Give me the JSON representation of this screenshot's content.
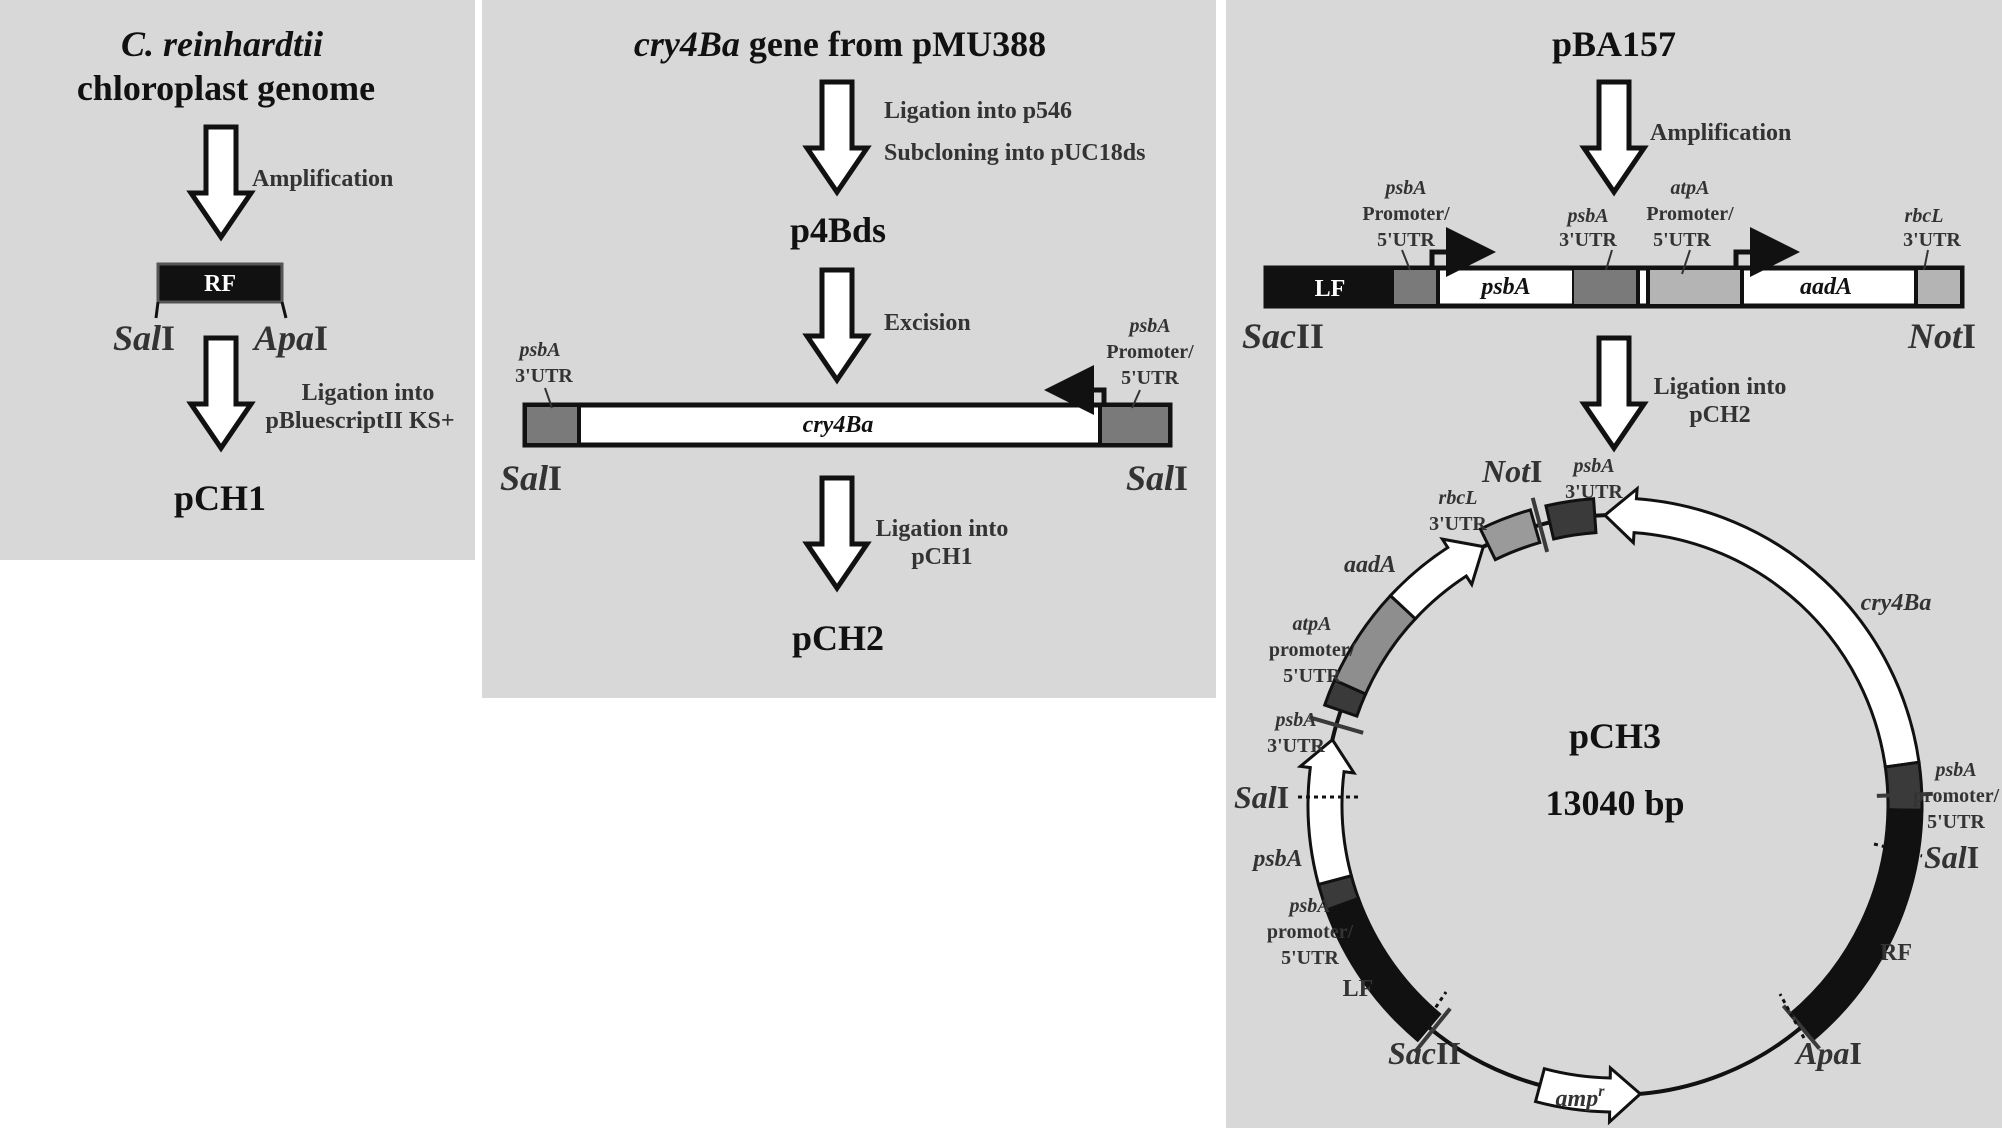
{
  "panel1": {
    "title_line1": "C. reinhardtii",
    "title_line2": "chloroplast genome",
    "step1": "Amplification",
    "fragment": "RF",
    "site_left_it": "Sal",
    "site_left_roman": "I",
    "site_right_it": "Apa",
    "site_right_roman": "I",
    "step2_line1": "Ligation into",
    "step2_line2": "pBluescriptII KS+",
    "product": "pCH1"
  },
  "panel2": {
    "title_it": "cry4Ba",
    "title_rest": " gene from pMU388",
    "step1_line1": "Ligation into p546",
    "step1_line2": "Subcloning into pUC18ds",
    "intermediate": "p4Bds",
    "step2": "Excision",
    "left_label_it": "psbA",
    "left_label_2": "3'UTR",
    "right_label_it": "psbA",
    "right_label_2": "Promoter/",
    "right_label_3": "5'UTR",
    "gene": "cry4Ba",
    "site_it": "Sal",
    "site_roman": "I",
    "step3_line1": "Ligation into",
    "step3_line2": "pCH1",
    "product": "pCH2"
  },
  "panel3": {
    "title": "pBA157",
    "step1": "Amplification",
    "lab_psbA_prom_it": "psbA",
    "lab_psbA_prom_2": "Promoter/",
    "lab_psbA_prom_3": "5'UTR",
    "lab_psbA_utr_it": "psbA",
    "lab_psbA_utr_2": "3'UTR",
    "lab_atpA_it": "atpA",
    "lab_atpA_2": "Promoter/",
    "lab_atpA_3": "5'UTR",
    "lab_rbcL_it": "rbcL",
    "lab_rbcL_2": "3'UTR",
    "box_LF": "LF",
    "box_psbA": "psbA",
    "box_aadA": "aadA",
    "site_sac_it": "Sac",
    "site_sac_roman": "II",
    "site_not_it": "Not",
    "site_not_roman": "I",
    "step2_line1": "Ligation into",
    "step2_line2": "pCH2",
    "plasmid_name": "pCH3",
    "plasmid_size": "13040 bp",
    "map": {
      "not_it": "Not",
      "not_roman": "I",
      "psbA_utr_top_it": "psbA",
      "psbA_utr_top_2": "3'UTR",
      "rbcL_it": "rbcL",
      "rbcL_2": "3'UTR",
      "aadA": "aadA",
      "atpA_it": "atpA",
      "atpA_2": "promoter/",
      "atpA_3": "5'UTR",
      "psbA_utr_left_it": "psbA",
      "psbA_utr_left_2": "3'UTR",
      "sal_it": "Sal",
      "sal_roman": "I",
      "psbA_gene": "psbA",
      "psbA_prom_left_it": "psbA",
      "psbA_prom_left_2": "promoter/",
      "psbA_prom_left_3": "5'UTR",
      "LF": "LF",
      "sac_it": "Sac",
      "sac_roman": "II",
      "amp": "amp",
      "amp_sup": "r",
      "apa_it": "Apa",
      "apa_roman": "I",
      "RF": "RF",
      "sal2_it": "Sal",
      "sal2_roman": "I",
      "psbA_prom_right_it": "psbA",
      "psbA_prom_right_2": "promoter/",
      "psbA_prom_right_3": "5'UTR",
      "cry4Ba": "cry4Ba"
    }
  },
  "colors": {
    "panel_bg": "#d8d8d8",
    "black": "#111111",
    "dark_gray": "#3a3a3a",
    "mid_gray": "#7a7a7a",
    "light_gray": "#b4b4b4",
    "white": "#ffffff"
  }
}
